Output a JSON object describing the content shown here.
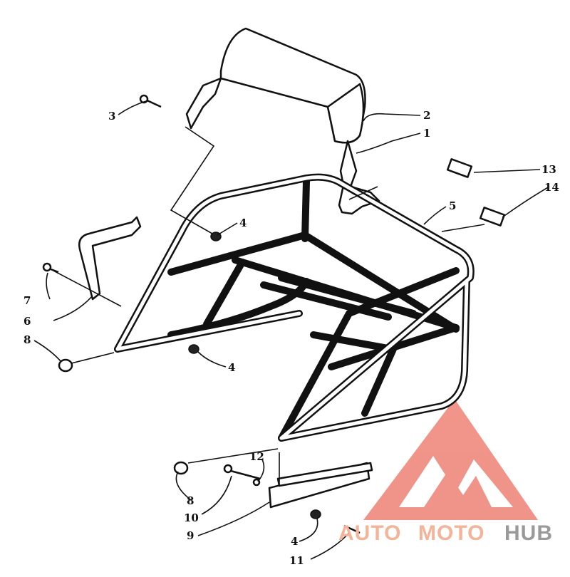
{
  "callouts": {
    "c1": "1",
    "c2": "2",
    "c3": "3",
    "c4a": "4",
    "c4b": "4",
    "c4c": "4",
    "c5": "5",
    "c6": "6",
    "c7": "7",
    "c8a": "8",
    "c8b": "8",
    "c9": "9",
    "c10": "10",
    "c11": "11",
    "c12": "12",
    "c13": "13",
    "c14": "14"
  },
  "watermark": {
    "word1": "AUTO",
    "word2": "MOTO",
    "word3": "HUB",
    "color1": "#f3b49a",
    "color2": "#f3b49a",
    "color3": "#9a9a9a",
    "logo_color": "#ee7a6e",
    "logo_name": "triangle-m-logo"
  }
}
